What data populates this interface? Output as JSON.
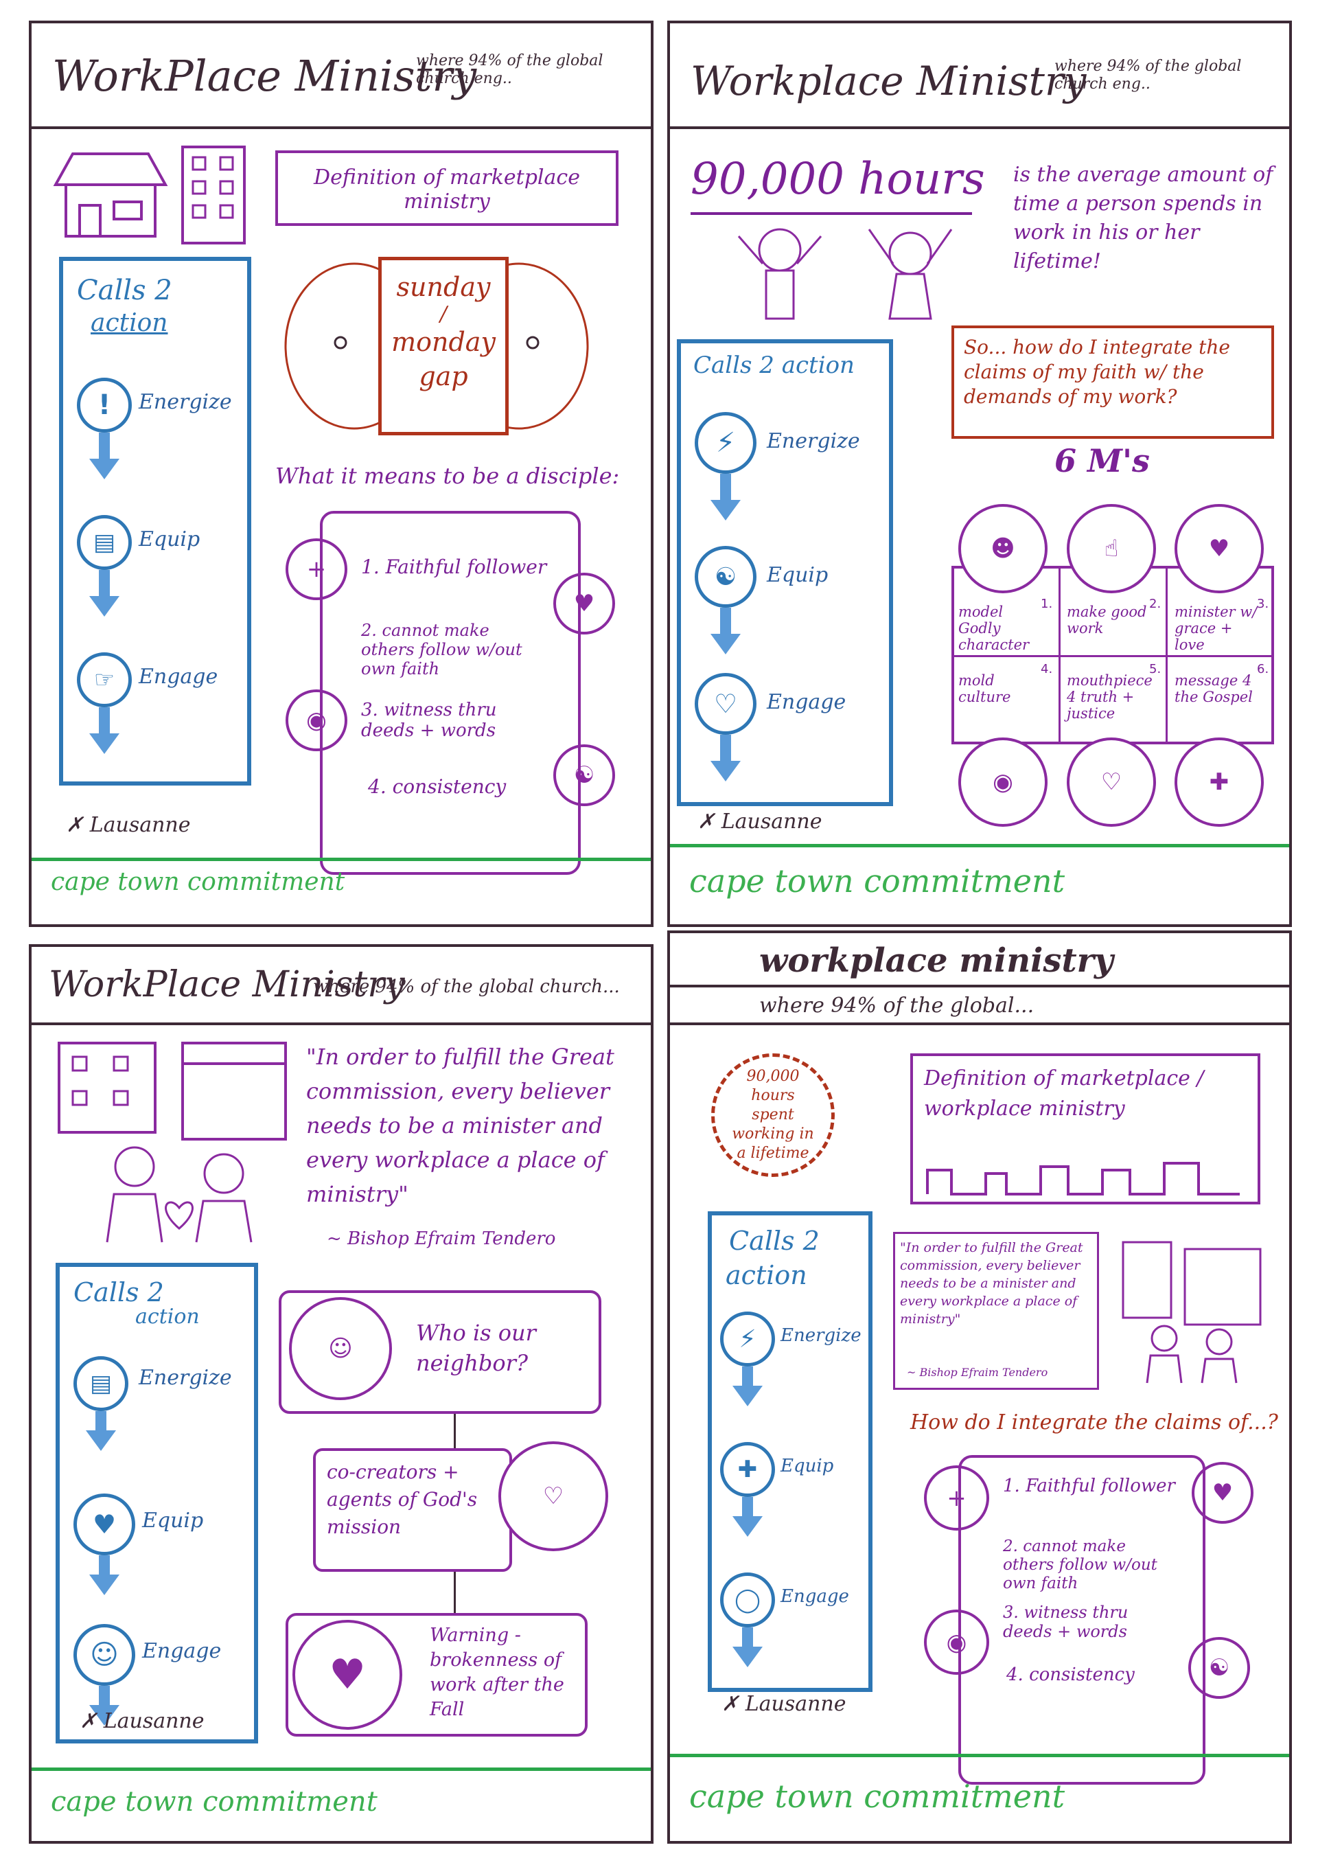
{
  "panels": {
    "p1": {
      "title": "WorkPlace Ministry",
      "subtitle": "where 94% of the global church eng..",
      "definition": "Definition of marketplace ministry",
      "gap": [
        "sunday",
        "/",
        "monday",
        "gap"
      ],
      "disciple_heading": "What it means to be a disciple:",
      "disciple_items": [
        "1. Faithful follower",
        "2. cannot make others follow w/out own faith",
        "3. witness thru deeds + words",
        "4. consistency"
      ],
      "calls_title": [
        "Calls 2",
        "action"
      ],
      "steps": [
        "Energize",
        "Equip",
        "Engage"
      ],
      "step_icons": [
        "exclamation-icon",
        "document-icon",
        "wave-icon"
      ],
      "logo": "Lausanne",
      "footer": "cape town commitment"
    },
    "p2": {
      "title": "Workplace Ministry",
      "subtitle": "where 94% of the global church eng..",
      "hours": "90,000 hours",
      "hours_desc": "is the average amount of time a person spends in work in his or her lifetime!",
      "question": "So... how do I integrate the claims of my faith w/ the demands of my work?",
      "m_heading": "6 M's",
      "m_items": [
        {
          "num": "1.",
          "text": "model Godly character"
        },
        {
          "num": "2.",
          "text": "make good work"
        },
        {
          "num": "3.",
          "text": "minister w/ grace + love"
        },
        {
          "num": "4.",
          "text": "mold culture"
        },
        {
          "num": "5.",
          "text": "mouthpiece 4 truth + justice"
        },
        {
          "num": "6.",
          "text": "message 4 the Gospel"
        }
      ],
      "calls_title": [
        "Calls 2 action"
      ],
      "steps": [
        "Energize",
        "Equip",
        "Engage"
      ],
      "step_icons": [
        "lightning-icon",
        "handshake-icon",
        "heart-wings-icon"
      ],
      "logo": "Lausanne",
      "footer": "cape town commitment"
    },
    "p3": {
      "title": "WorkPlace Ministry",
      "subtitle": "where 94% of the global church...",
      "quote": "\"In order to fulfill the Great commission, every believer needs to be a minister and every workplace a place of ministry\"",
      "quote_author": "~ Bishop Efraim Tendero",
      "neighbor": "Who is our neighbor?",
      "cocreators": "co-creators + agents of God's mission",
      "warning": "Warning - brokenness of work after the Fall",
      "calls_title": [
        "Calls 2",
        "action"
      ],
      "steps": [
        "Energize",
        "Equip",
        "Engage"
      ],
      "step_icons": [
        "battery-icon",
        "heart-cross-icon",
        "smile-icon"
      ],
      "logo": "Lausanne",
      "footer": "cape town commitment"
    },
    "p4": {
      "title": "workplace ministry",
      "subtitle": "where 94% of the global...",
      "badge": "90,000 hours spent working in a lifetime",
      "definition": "Definition of marketplace / workplace ministry",
      "quote": "\"In order to fulfill the Great commission, every believer needs to be a minister and every workplace a place of ministry\"",
      "quote_author": "~ Bishop Efraim Tendero",
      "integrate": "How do I integrate the claims of...?",
      "disciple_items": [
        "1. Faithful follower",
        "2. cannot make others follow w/out own faith",
        "3. witness thru deeds + words",
        "4. consistency"
      ],
      "calls_title": [
        "Calls 2",
        "action"
      ],
      "steps": [
        "Energize",
        "Equip",
        "Engage"
      ],
      "step_icons": [
        "lightning-icon",
        "bible-icon",
        "chat-icon"
      ],
      "logo": "Lausanne",
      "footer": "cape town commitment"
    }
  },
  "colors": {
    "frame": "#3d2a36",
    "blue": "#2e77b5",
    "purple": "#8a2aa0",
    "red": "#b0341c",
    "green": "#2aa64a"
  }
}
